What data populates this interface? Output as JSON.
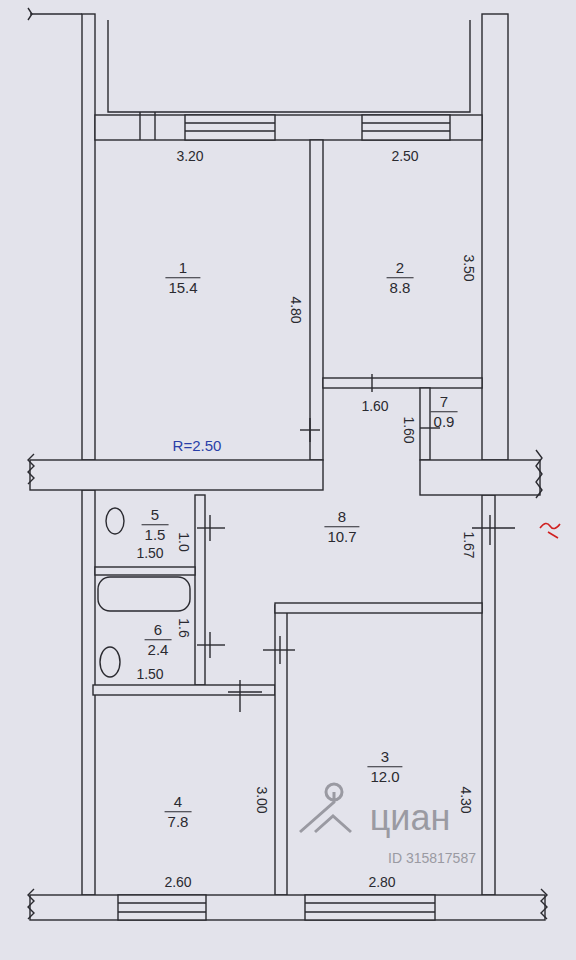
{
  "diagram": {
    "nodes": [
      {
        "text": [
          "1",
          "15.4"
        ]
      },
      {
        "text": [
          "2",
          "8.8"
        ]
      },
      {
        "text": [
          "7",
          "0.9"
        ]
      },
      {
        "text": [
          "5",
          "1.5"
        ]
      },
      {
        "text": [
          "8",
          "10.7"
        ]
      },
      {
        "text": [
          "6",
          "2.4"
        ]
      },
      {
        "text": [
          "4",
          "7.8"
        ]
      },
      {
        "text": [
          "3",
          "12.0"
        ]
      }
    ],
    "labels": [
      "3.20",
      "2.50",
      "4.80",
      "3.50",
      "1.60",
      "1.60",
      "R=2.50",
      "1.50",
      "1.0",
      "1.67",
      "1.6",
      "1.50",
      "4.30",
      "3.00",
      "2.60",
      "2.80",
      "циан",
      "ID 315817587"
    ]
  }
}
